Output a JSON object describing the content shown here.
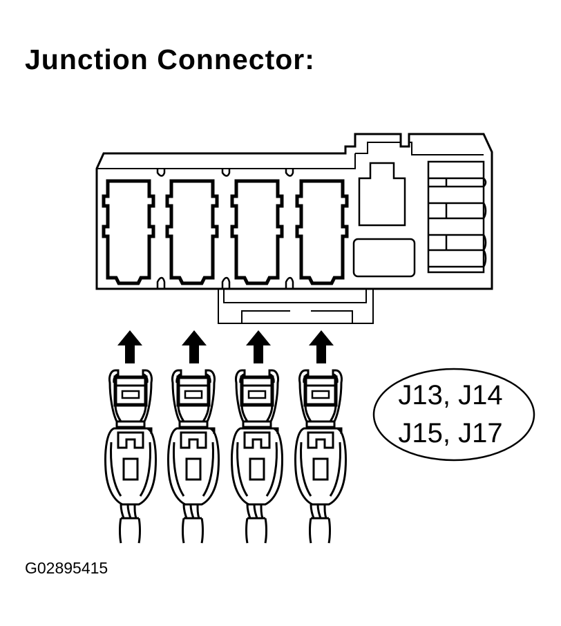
{
  "title": "Junction Connector:",
  "connector_codes": {
    "line1": "J13, J14",
    "line2": "J15, J17"
  },
  "figure_id": "G02895415",
  "colors": {
    "line": "#000000",
    "background": "#ffffff"
  },
  "icons": {
    "arrow": "arrow-up-icon",
    "terminal": "terminal-icon"
  }
}
